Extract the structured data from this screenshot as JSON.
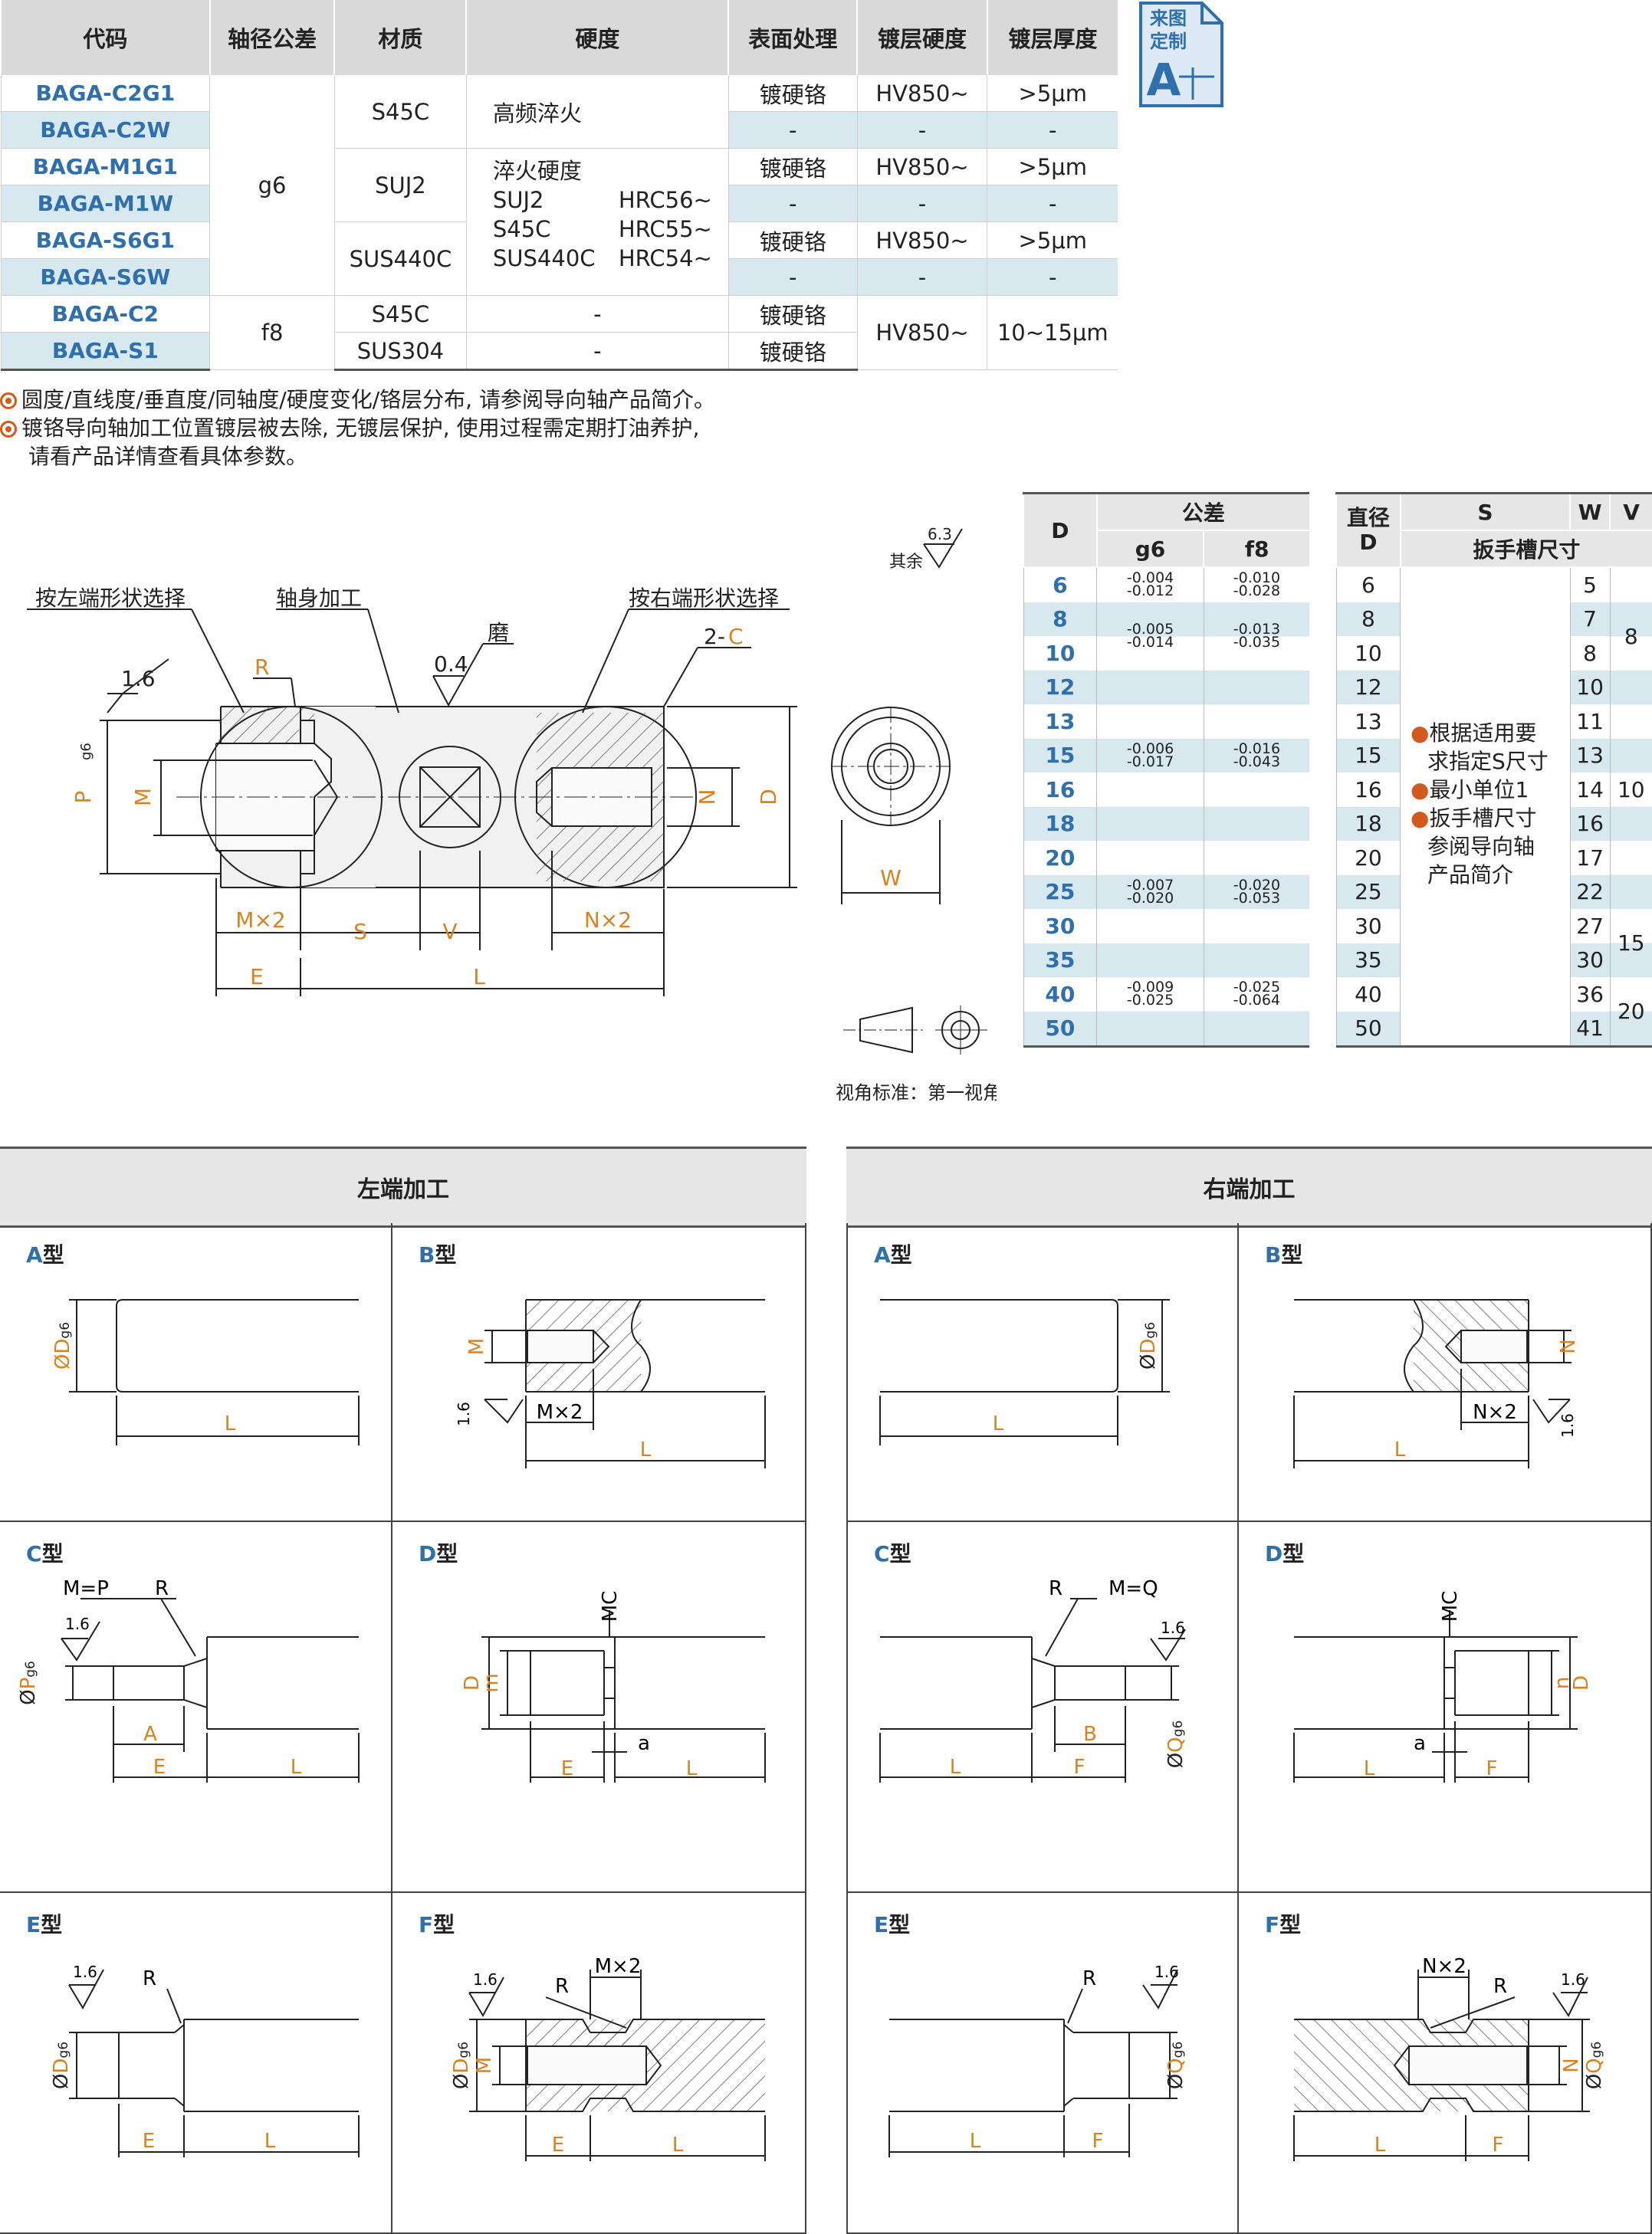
{
  "spec": {
    "headers": [
      "代码",
      "轴径公差",
      "材质",
      "硬度",
      "表面处理",
      "镀层硬度",
      "镀层厚度"
    ],
    "rows": [
      {
        "code": "BAGA-C2G1",
        "surface": "镀硬铬",
        "coat_hard": "HV850~",
        "coat_thick": ">5μm"
      },
      {
        "code": "BAGA-C2W",
        "surface": "-",
        "coat_hard": "-",
        "coat_thick": "-"
      },
      {
        "code": "BAGA-M1G1",
        "surface": "镀硬铬",
        "coat_hard": "HV850~",
        "coat_thick": ">5μm"
      },
      {
        "code": "BAGA-M1W",
        "surface": "-",
        "coat_hard": "-",
        "coat_thick": "-"
      },
      {
        "code": "BAGA-S6G1",
        "surface": "镀硬铬",
        "coat_hard": "HV850~",
        "coat_thick": ">5μm"
      },
      {
        "code": "BAGA-S6W",
        "surface": "-",
        "coat_hard": "-",
        "coat_thick": "-"
      },
      {
        "code": "BAGA-C2",
        "surface": "镀硬铬"
      },
      {
        "code": "BAGA-S1",
        "surface": "镀硬铬"
      }
    ],
    "tol_g6": "g6",
    "tol_f8": "f8",
    "mat_s45c": "S45C",
    "mat_suj2": "SUJ2",
    "mat_sus440c": "SUS440C",
    "mat_s45c_b": "S45C",
    "mat_sus304": "SUS304",
    "hard_hf": "高频淬火",
    "hard_title": "淬火硬度",
    "hard_lines": [
      [
        "SUJ2",
        "HRC56~"
      ],
      [
        "S45C",
        "HRC55~"
      ],
      [
        "SUS440C",
        "HRC54~"
      ]
    ],
    "hard_dash": "-",
    "f8_coat_hard": "HV850~",
    "f8_coat_thick": "10~15μm"
  },
  "badge": {
    "line1": "来图",
    "line2": "定制",
    "letter": "A"
  },
  "notes": [
    "圆度/直线度/垂直度/同轴度/硬度变化/铬层分布, 请参阅导向轴产品简介。",
    "镀铬导向轴加工位置镀层被去除, 无镀层保护, 使用过程需定期打油养护,",
    "请看产品详情查看具体参数。"
  ],
  "drawing": {
    "left_select": "按左端形状选择",
    "body_proc": "轴身加工",
    "right_select": "按右端形状选择",
    "grind": "磨",
    "rough_04": "0.4",
    "rough_16": "1.6",
    "rough_63": "6.3",
    "other": "其余",
    "chamfer": "2-",
    "chamfer_c": "C",
    "R": "R",
    "P": "P",
    "g6": "g6",
    "M": "M",
    "N": "N",
    "D": "D",
    "Mx2": "M×2",
    "Nx2": "N×2",
    "S": "S",
    "V": "V",
    "E": "E",
    "L": "L",
    "W": "W",
    "view_std": "视角标准：第一视角"
  },
  "tolerance": {
    "header_d": "D",
    "header_tol": "公差",
    "g6": "g6",
    "f8": "f8",
    "rows": [
      {
        "d": "6",
        "g6": [
          "-0.004",
          "-0.012"
        ],
        "f8": [
          "-0.010",
          "-0.028"
        ]
      },
      {
        "d": "8"
      },
      {
        "d": "10",
        "g6": [
          "-0.005",
          "-0.014"
        ],
        "f8": [
          "-0.013",
          "-0.035"
        ]
      },
      {
        "d": "12"
      },
      {
        "d": "13"
      },
      {
        "d": "15",
        "g6": [
          "-0.006",
          "-0.017"
        ],
        "f8": [
          "-0.016",
          "-0.043"
        ]
      },
      {
        "d": "16"
      },
      {
        "d": "18"
      },
      {
        "d": "20"
      },
      {
        "d": "25",
        "g6": [
          "-0.007",
          "-0.020"
        ],
        "f8": [
          "-0.020",
          "-0.053"
        ]
      },
      {
        "d": "30"
      },
      {
        "d": "35"
      },
      {
        "d": "40",
        "g6": [
          "-0.009",
          "-0.025"
        ],
        "f8": [
          "-0.025",
          "-0.064"
        ]
      },
      {
        "d": "50"
      }
    ]
  },
  "wrench": {
    "h_dia": "直径",
    "h_d": "D",
    "h_s": "S",
    "h_w": "W",
    "h_v": "V",
    "h_slot": "扳手槽尺寸",
    "rows": [
      {
        "d": "6",
        "w": "5"
      },
      {
        "d": "8",
        "w": "7"
      },
      {
        "d": "10",
        "w": "8"
      },
      {
        "d": "12",
        "w": "10"
      },
      {
        "d": "13",
        "w": "11"
      },
      {
        "d": "15",
        "w": "13"
      },
      {
        "d": "16",
        "w": "14"
      },
      {
        "d": "18",
        "w": "16"
      },
      {
        "d": "20",
        "w": "17"
      },
      {
        "d": "25",
        "w": "22"
      },
      {
        "d": "30",
        "w": "27"
      },
      {
        "d": "35",
        "w": "30"
      },
      {
        "d": "40",
        "w": "36"
      },
      {
        "d": "50",
        "w": "41"
      }
    ],
    "v_values": [
      "8",
      "10",
      "15",
      "20"
    ],
    "notes": [
      "根据适用要",
      "求指定S尺寸",
      "最小单位1",
      "扳手槽尺寸",
      "参阅导向轴",
      "产品简介"
    ]
  },
  "panels": {
    "left_title": "左端加工",
    "right_title": "右端加工",
    "type_suffix": "型",
    "types": [
      "A",
      "B",
      "C",
      "D",
      "E",
      "F"
    ],
    "labels": {
      "Dg6": "D",
      "g6": "g6",
      "Q": "Q",
      "P": "P",
      "L": "L",
      "E": "E",
      "F": "F",
      "A": "A",
      "B": "B",
      "a": "a",
      "M": "M",
      "N": "N",
      "m": "m",
      "n": "n",
      "D": "D",
      "MC": "MC",
      "R": "R",
      "Mx2": "M×2",
      "Nx2": "N×2",
      "MeqP": "M=P",
      "MeqQ": "M=Q",
      "r16": "1.6",
      "phi": "Ø"
    }
  }
}
